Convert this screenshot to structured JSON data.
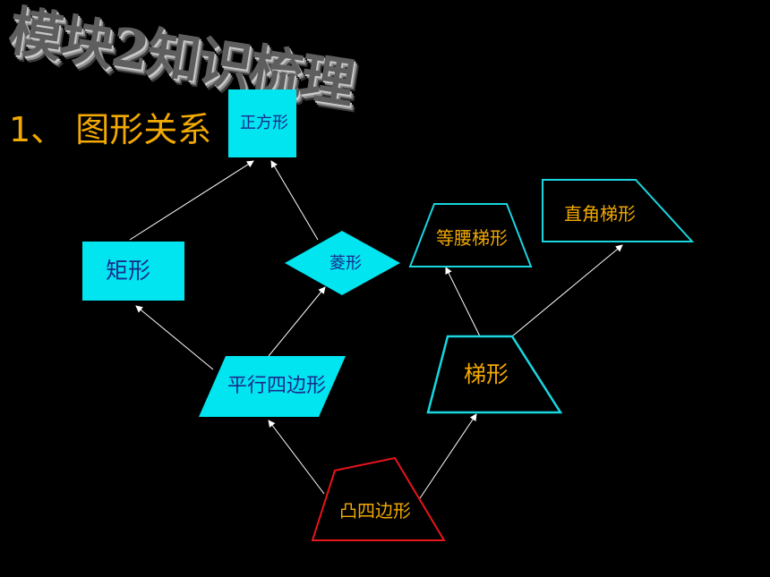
{
  "title": "模块2知识梳理",
  "heading": "1、 图形关系",
  "nodes": {
    "square": "正方形",
    "rectangle": "矩形",
    "rhombus": "菱形",
    "parallelogram": "平行四边形",
    "isosceles_trapezoid": "等腰梯形",
    "right_trapezoid": "直角梯形",
    "trapezoid": "梯形",
    "convex_quadrilateral": "凸四边形"
  },
  "colors": {
    "background": "#000000",
    "fill_cyan": "#00e5f0",
    "outline_cyan": "#19d6e0",
    "outline_red": "#e8151b",
    "label_blue": "#1a2c8c",
    "label_orange": "#f2a900",
    "heading": "#f2a900",
    "arrow": "#ffffff"
  }
}
